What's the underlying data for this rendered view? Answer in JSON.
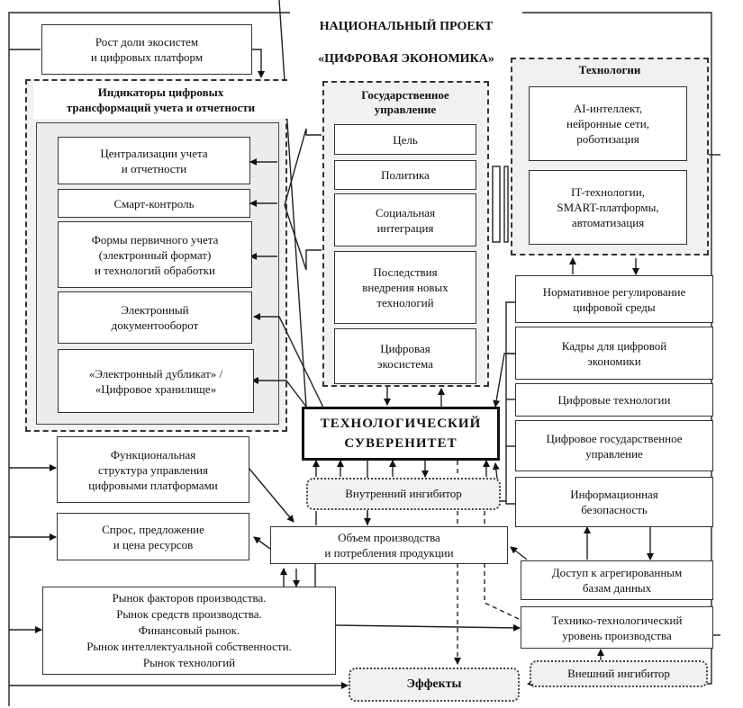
{
  "title": {
    "line1": "НАЦИОНАЛЬНЫЙ ПРОЕКТ",
    "line2": "«ЦИФРОВАЯ ЭКОНОМИКА»"
  },
  "ecosystem_growth": "Рост доли экосистем\nи цифровых платформ",
  "indicators": {
    "title": "Индикаторы цифровых\nтрансформаций учета и отчетности",
    "items": [
      "Централизации учета\nи отчетности",
      "Смарт-контроль",
      "Формы первичного учета\n(электронный формат)\nи технологий обработки",
      "Электронный\nдокументооборот",
      "«Электронный дубликат» /\n«Цифровое хранилище»"
    ]
  },
  "government": {
    "title": "Государственное\nуправление",
    "items": [
      "Цель",
      "Политика",
      "Социальная\nинтеграция",
      "Последствия\nвнедрения новых\nтехнологий",
      "Цифровая\nэкосистема"
    ]
  },
  "technologies": {
    "title": "Технологии",
    "items": [
      "AI-интеллект,\nнейронные сети,\nроботизация",
      "IT-технологии,\nSMART-платформы,\nавтоматизация"
    ]
  },
  "right_column": [
    "Нормативное регулирование\nцифровой среды",
    "Кадры для цифровой\nэкономики",
    "Цифровые технологии",
    "Цифровое государственное\nуправление",
    "Информационная\nбезопасность"
  ],
  "core": "ТЕХНОЛОГИЧЕСКИЙ\nСУВЕРЕНИТЕТ",
  "internal_inhibitor": "Внутренний ингибитор",
  "functional_structure": "Функциональная\nструктура управления\nцифровыми платформами",
  "demand_supply": "Спрос, предложение\nи цена ресурсов",
  "production_volume": "Объем производства\nи потребления продукции",
  "markets": "Рынок факторов производства.\nРынок средств производства.\nФинансовый рынок.\nРынок интеллектуальной собственности.\nРынок технологий",
  "data_access": "Доступ к агрегированным\nбазам данных",
  "tech_level": "Технико-технологический\nуровень производства",
  "external_inhibitor": "Внешний ингибитор",
  "effects": "Эффекты"
}
